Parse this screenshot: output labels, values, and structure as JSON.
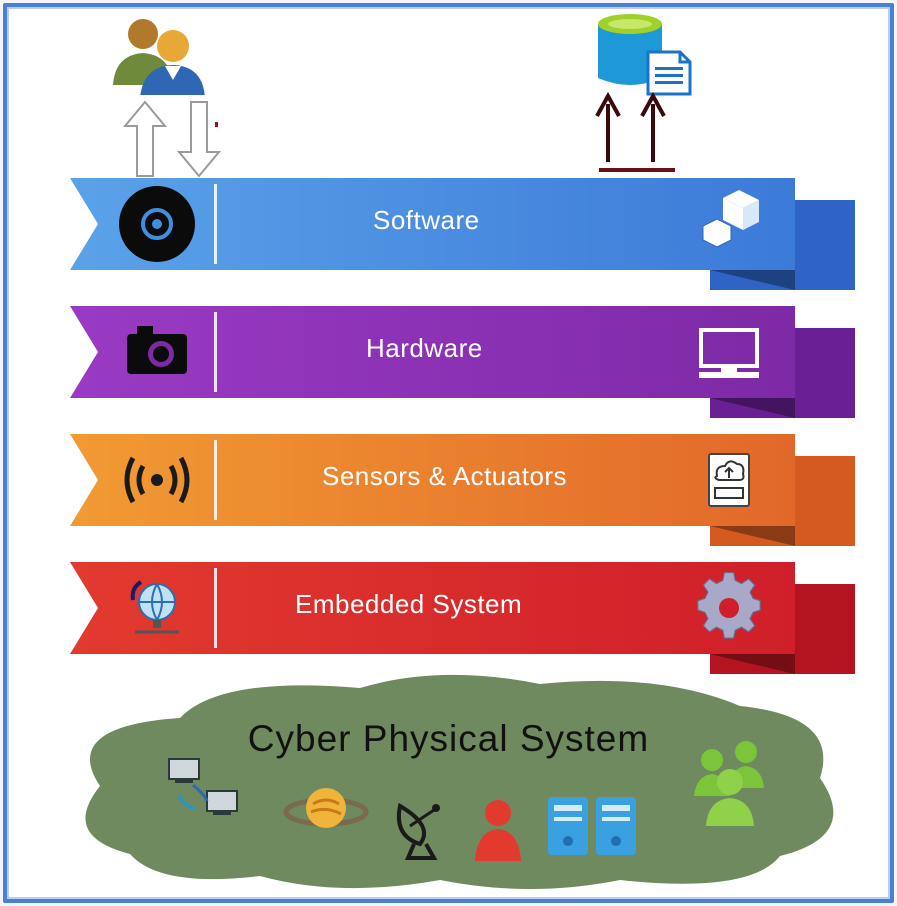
{
  "layers": [
    {
      "label": "Software",
      "color_main": "#3c7ad8",
      "color_light": "#5aa2e8",
      "color_tail": "#2f64c6",
      "left_icon": "disc-icon",
      "right_icon": "cubes-icon"
    },
    {
      "label": "Hardware",
      "color_main": "#7d2aa6",
      "color_light": "#9a3ac4",
      "color_tail": "#6a1f94",
      "left_icon": "camera-icon",
      "right_icon": "monitor-icon"
    },
    {
      "label": "Sensors & Actuators",
      "color_main": "#e2682a",
      "color_light": "#f19a33",
      "color_tail": "#d45a20",
      "left_icon": "broadcast-icon",
      "right_icon": "cloud-upload-icon"
    },
    {
      "label": "Embedded System",
      "color_main": "#cf1f2a",
      "color_light": "#e23a2f",
      "color_tail": "#b3141f",
      "left_icon": "network-globe-icon",
      "right_icon": "gear-icon"
    }
  ],
  "foundation": {
    "label": "Cyber Physical System",
    "color": "#6e8a5e",
    "icons": [
      "networked-computers-icon",
      "planet-icon",
      "satellite-dish-icon",
      "person-icon",
      "server-icon",
      "user-group-icon"
    ]
  },
  "top_icons": [
    "users-icon",
    "up-arrow-icon",
    "down-arrow-icon",
    "database-document-icon",
    "dark-arrows-icon"
  ]
}
